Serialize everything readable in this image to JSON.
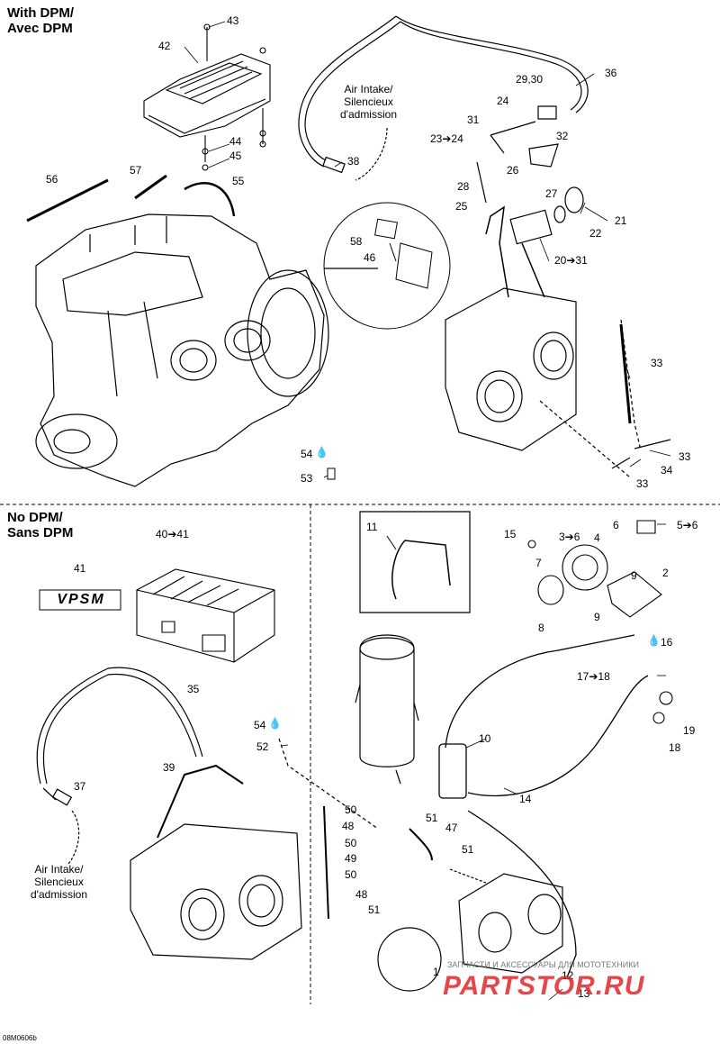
{
  "sections": {
    "with_dpm": {
      "title_line1": "With DPM/",
      "title_line2": "Avec DPM"
    },
    "no_dpm": {
      "title_line1": "No DPM/",
      "title_line2": "Sans DPM"
    }
  },
  "callouts": {
    "c43": "43",
    "c42": "42",
    "c44": "44",
    "c45": "45",
    "c36": "36",
    "c29_30": "29,30",
    "c24": "24",
    "c31": "31",
    "c23_24": "23➔24",
    "c32": "32",
    "c38": "38",
    "c26": "26",
    "c28": "28",
    "c27": "27",
    "c25": "25",
    "c21": "21",
    "c22": "22",
    "c20_31": "20➔31",
    "c56": "56",
    "c57": "57",
    "c55": "55",
    "c58": "58",
    "c46": "46",
    "c33a": "33",
    "c33b": "33",
    "c33c": "33",
    "c34": "34",
    "c54a": "54",
    "c53": "53",
    "c40_41": "40➔41",
    "c41": "41",
    "c11": "11",
    "c15": "15",
    "c3_6": "3➔6",
    "c6": "6",
    "c5_6": "5➔6",
    "c4": "4",
    "c7": "7",
    "c9a": "9",
    "c2": "2",
    "c9b": "9",
    "c8": "8",
    "c16": "16",
    "c17_18": "17➔18",
    "c35": "35",
    "c54b": "54",
    "c52": "52",
    "c10": "10",
    "c19": "19",
    "c18": "18",
    "c37": "37",
    "c39": "39",
    "c14": "14",
    "c50a": "50",
    "c48a": "48",
    "c50b": "50",
    "c49": "49",
    "c50c": "50",
    "c51a": "51",
    "c47": "47",
    "c51b": "51",
    "c48b": "48",
    "c51c": "51",
    "c1": "1",
    "c12": "12",
    "c13": "13"
  },
  "air_intake_top": {
    "line1": "Air Intake/",
    "line2": "Silencieux",
    "line3": "d'admission"
  },
  "air_intake_bottom": {
    "line1": "Air Intake/",
    "line2": "Silencieux",
    "line3": "d'admission"
  },
  "logo_text": "VPSM",
  "watermark": {
    "caption": "ЗАПЧАСТИ И АКСЕССУАРЫ ДЛЯ МОТОТЕХНИКИ",
    "site": "PARTSTOR.RU"
  },
  "drawing_code": "08M0606b",
  "colors": {
    "line": "#000000",
    "paper": "#ffffff",
    "watermark_red": "#e0262a",
    "watermark_grey": "#777777"
  }
}
